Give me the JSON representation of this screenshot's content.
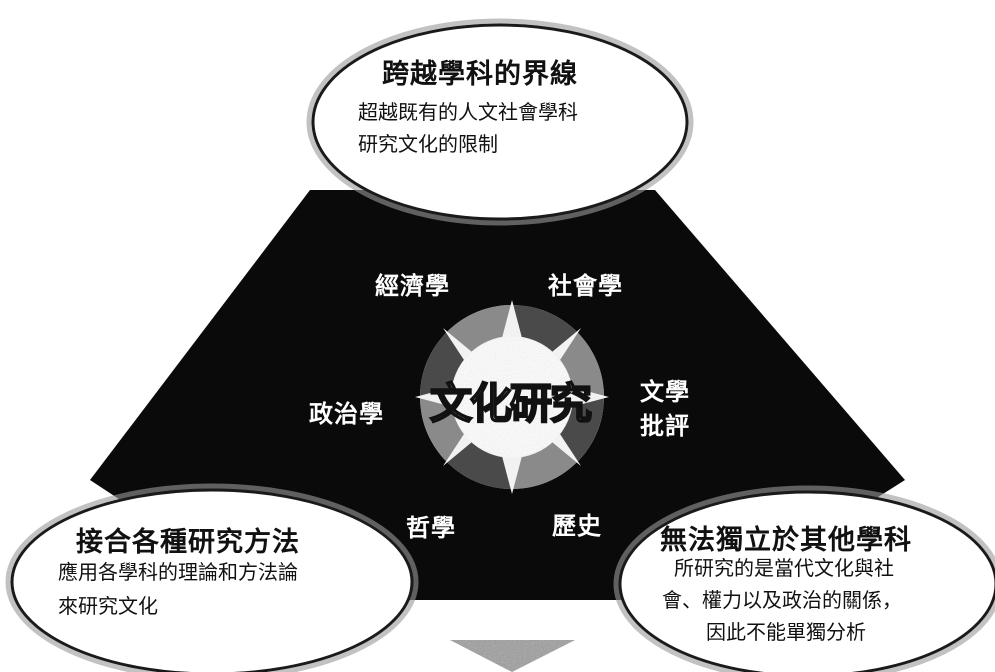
{
  "top_bubble": {
    "title": "跨越學科的界線",
    "line1": "超越既有的人文社會學科",
    "line2": "研究文化的限制"
  },
  "left_bubble": {
    "title": "接合各種研究方法",
    "line1": "應用各學科的理論和方法論",
    "line2": "來研究文化"
  },
  "right_bubble": {
    "title": "無法獨立於其他學科",
    "line1": "所研究的是當代文化與社",
    "line2": "會、權力以及政治的關係，",
    "line3": "因此不能單獨分析"
  },
  "center": {
    "label": "文化研究"
  },
  "disciplines": {
    "economics": "經濟學",
    "sociology": "社會學",
    "political_science": "政治學",
    "literary_criticism_1": "文學",
    "literary_criticism_2": "批評",
    "philosophy": "哲學",
    "history": "歷史"
  },
  "colors": {
    "triangle": "#0a0a0a",
    "bubble_fill": "#ffffff",
    "bubble_outline": "#1a1a1a",
    "wheel_dark": "#444444",
    "wheel_light": "#cfcfcf"
  }
}
